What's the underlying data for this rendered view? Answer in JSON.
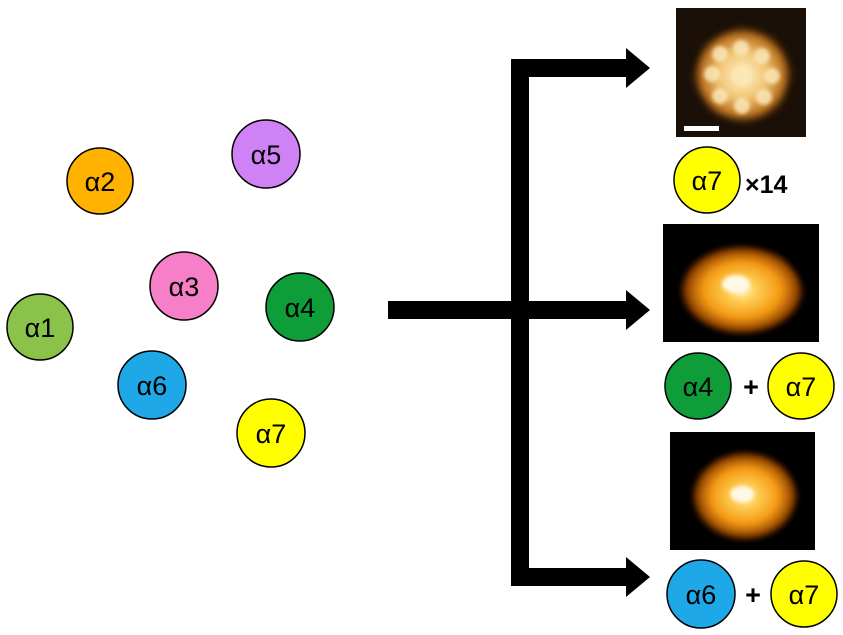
{
  "subunits": [
    {
      "id": "a1",
      "label": "α1",
      "color": "#8bc34a"
    },
    {
      "id": "a2",
      "label": "α2",
      "color": "#ffb300"
    },
    {
      "id": "a3",
      "label": "α3",
      "color": "#f77fc8"
    },
    {
      "id": "a4",
      "label": "α4",
      "color": "#0f9d3a"
    },
    {
      "id": "a5",
      "label": "α5",
      "color": "#cf82f5"
    },
    {
      "id": "a6",
      "label": "α6",
      "color": "#1ea8e8"
    },
    {
      "id": "a7",
      "label": "α7",
      "color": "#ffff00"
    }
  ],
  "products": [
    {
      "image": "afm-image-1",
      "formula": {
        "left": "α7",
        "operator": "×14",
        "right": ""
      }
    },
    {
      "image": "afm-image-2",
      "formula": {
        "left": "α4",
        "operator": "+",
        "right": "α7"
      }
    },
    {
      "image": "afm-image-3",
      "formula": {
        "left": "α6",
        "operator": "+",
        "right": "α7"
      }
    }
  ],
  "colors": {
    "stroke": "#000000",
    "afm_background": "#000000",
    "afm_glow": "#ff9a10",
    "afm_core": "#fff6dc"
  }
}
